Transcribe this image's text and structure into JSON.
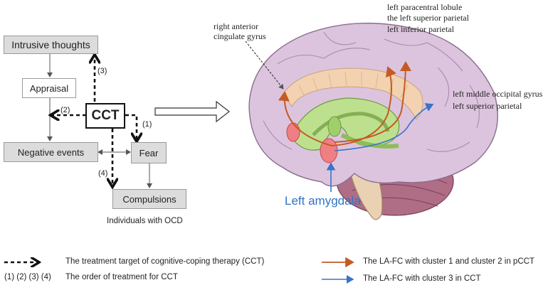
{
  "flow": {
    "intrusive": "Intrusive thoughts",
    "appraisal": "Appraisal",
    "cct": "CCT",
    "negative": "Negative events",
    "fear": "Fear",
    "compulsions": "Compulsions",
    "caption": "Individuals with OCD",
    "step1": "(1)",
    "step2": "(2)",
    "step3": "(3)",
    "step4": "(4)"
  },
  "brain": {
    "label_cingulate_1": "right anterior",
    "label_cingulate_2": "cingulate gyrus",
    "label_top_1": "left paracentral lobule",
    "label_top_2": "the left superior parietal",
    "label_top_3": "left inferior parietal",
    "label_right_1": "left middle occipital gyrus",
    "label_right_2": "left superior parietal",
    "amygdala": "Left amygdala"
  },
  "legend": {
    "dashed_text": "The treatment target of cognitive-coping therapy (CCT)",
    "order_nums": "(1) (2) (3) (4)",
    "order_text": "The order of treatment for CCT",
    "orange_text": "The LA-FC with cluster 1 and cluster 2 in pCCT",
    "blue_text": "The LA-FC with cluster 3 in CCT"
  },
  "colors": {
    "orange": "#c55a22",
    "blue": "#3b73c7",
    "brain": "#d9c2d9",
    "box": "#dcdcdc"
  }
}
